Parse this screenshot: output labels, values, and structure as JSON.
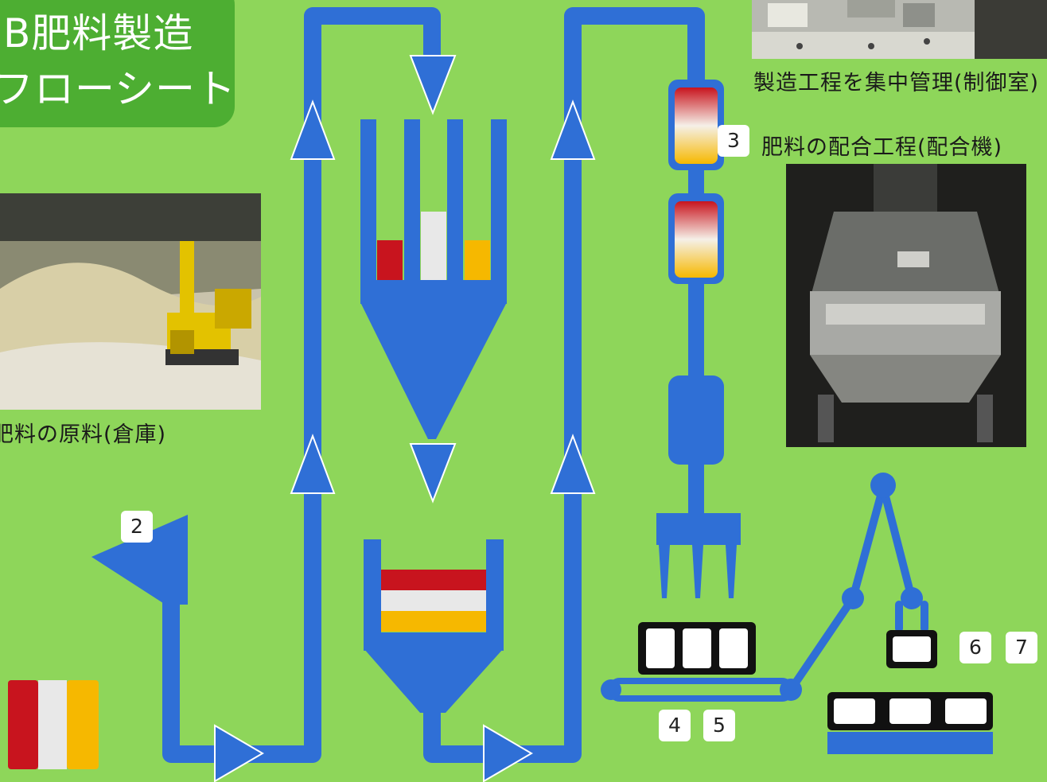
{
  "title": {
    "line1": "B肥料製造",
    "line2": "フローシート"
  },
  "captions": {
    "control_room": "製造工程を集中管理(制御室)",
    "mixing": "肥料の配合工程(配合機)",
    "raw_material": "肥料の原料(倉庫)"
  },
  "step_numbers": {
    "n2": "2",
    "n3": "3",
    "n4": "4",
    "n5": "5",
    "n6": "6",
    "n7": "7"
  },
  "colors": {
    "background": "#8ed65a",
    "title_bg": "#4dae32",
    "pipe": "#2f6fd6",
    "arrow": "#2f6fd6",
    "material_red": "#c8141e",
    "material_white": "#e8e8e8",
    "material_yellow": "#f6b800",
    "bag_fill": "#ffffff",
    "bag_outline": "#111111"
  },
  "icons": {
    "up_arrow": "triangle-up-icon",
    "down_arrow": "triangle-down-icon",
    "right_arrow": "triangle-right-icon",
    "hopper": "hopper-icon",
    "mixer": "mixer-icon",
    "robot_arm": "robot-arm-icon",
    "bag": "fertilizer-bag-icon"
  }
}
